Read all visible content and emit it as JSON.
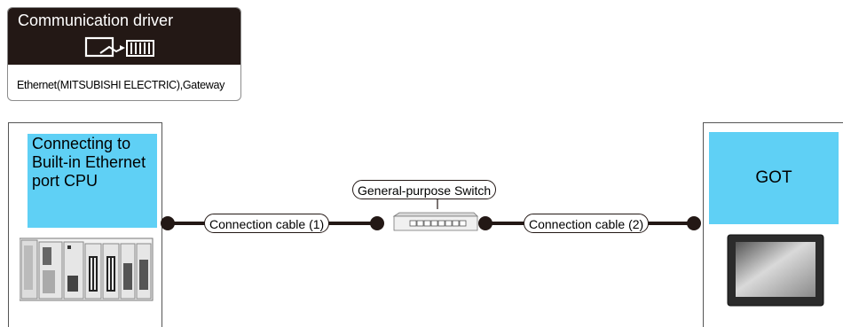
{
  "driver": {
    "title": "Communication driver",
    "name": "Ethernet(MITSUBISHI ELECTRIC),Gateway",
    "icon": "communication-driver-icon"
  },
  "left_device": {
    "label": "Connecting to Built-in Ethernet port CPU",
    "icon": "plc-cpu-icon"
  },
  "right_device": {
    "label": "GOT",
    "icon": "got-display-icon"
  },
  "switch": {
    "label": "General-purpose Switch",
    "icon": "network-switch-icon"
  },
  "cables": [
    {
      "label": "Connection cable (1)"
    },
    {
      "label": "Connection cable (2)"
    }
  ],
  "colors": {
    "device_label_bg": "#5fd0f5",
    "driver_header_bg": "#231815",
    "line": "#231815"
  }
}
